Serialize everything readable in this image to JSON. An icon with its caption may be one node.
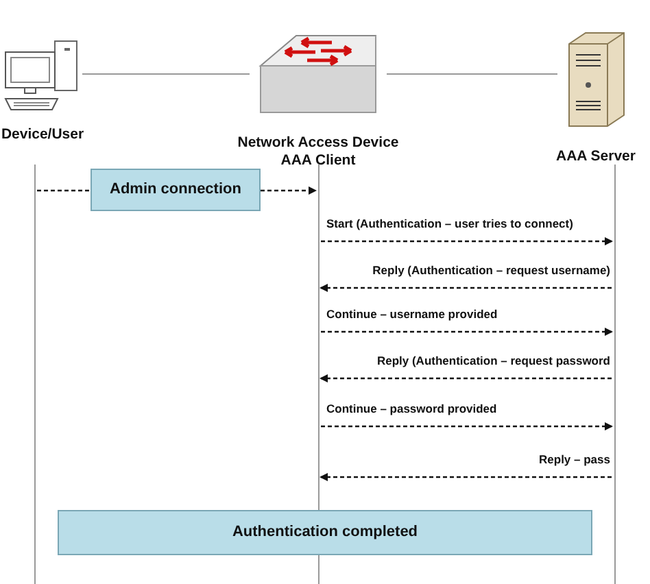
{
  "diagram": {
    "nodes": [
      {
        "text": [
          "Device/User"
        ]
      },
      {
        "text": [
          "Network Access Device",
          "AAA Client"
        ]
      },
      {
        "text": [
          "AAA Server"
        ]
      },
      {
        "text": [
          "Admin connection"
        ]
      },
      {
        "text": [
          "Authentication completed"
        ]
      }
    ],
    "edges": [
      {
        "from": 0,
        "to": 1,
        "arrow": "none",
        "color": "#999999"
      },
      {
        "from": 1,
        "to": 2,
        "arrow": "none",
        "color": "#999999"
      },
      {
        "from": 0,
        "to": 3,
        "arrow": "none",
        "style": "dashed"
      },
      {
        "from": 3,
        "to": 1,
        "arrow": "to",
        "style": "dashed"
      },
      {
        "from": 1,
        "to": 2,
        "arrow": "to",
        "style": "dashed",
        "label": "Start (Authentication – user tries to connect)"
      },
      {
        "from": 2,
        "to": 1,
        "arrow": "to",
        "style": "dashed",
        "label": "Reply (Authentication – request username)"
      },
      {
        "from": 1,
        "to": 2,
        "arrow": "to",
        "style": "dashed",
        "label": "Continue – username provided"
      },
      {
        "from": 2,
        "to": 1,
        "arrow": "to",
        "style": "dashed",
        "label": "Reply (Authentication – request password"
      },
      {
        "from": 1,
        "to": 2,
        "arrow": "to",
        "style": "dashed",
        "label": "Continue – password provided"
      },
      {
        "from": 2,
        "to": 1,
        "arrow": "to",
        "style": "dashed",
        "label": "Reply – pass"
      }
    ]
  }
}
